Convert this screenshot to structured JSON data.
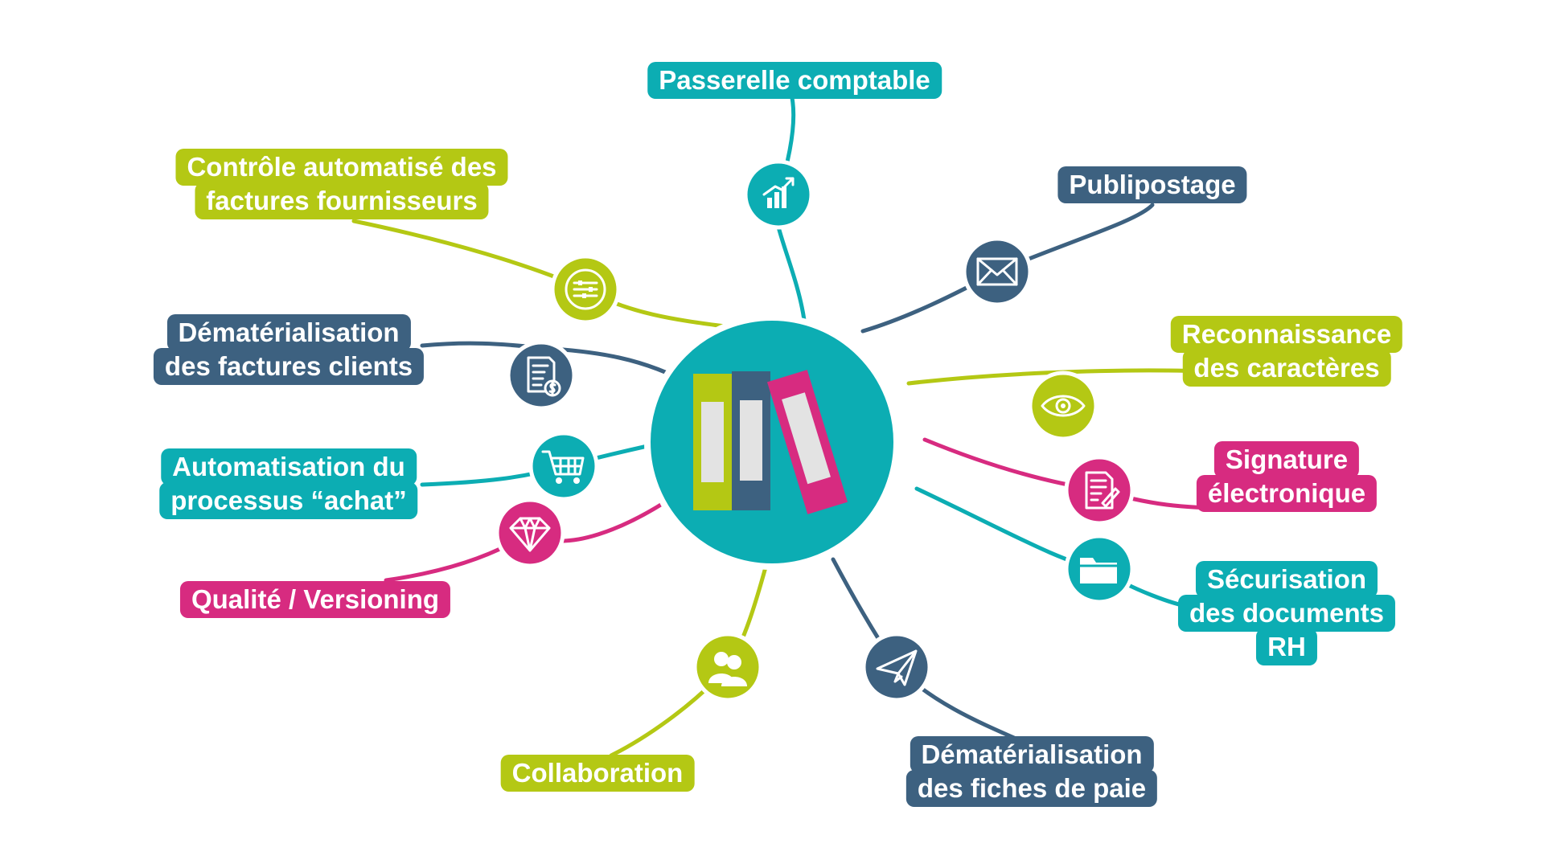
{
  "colors": {
    "teal": "#0cadb3",
    "lime": "#b4c814",
    "slate": "#3d6180",
    "magenta": "#d72b80",
    "book_label": "#e3e3e3"
  },
  "center": {
    "icon": "books-icon"
  },
  "branches": [
    {
      "id": "passerelle",
      "lines": [
        "Passerelle comptable"
      ],
      "color": "teal",
      "icon": "chart-growth-icon"
    },
    {
      "id": "publipostage",
      "lines": [
        "Publipostage"
      ],
      "color": "slate",
      "icon": "envelope-icon"
    },
    {
      "id": "reconnaissance",
      "lines": [
        "Reconnaissance",
        "des caractères"
      ],
      "color": "lime",
      "icon": "eye-icon"
    },
    {
      "id": "signature",
      "lines": [
        "Signature",
        "électronique"
      ],
      "color": "magenta",
      "icon": "signed-document-icon"
    },
    {
      "id": "securisation",
      "lines": [
        "Sécurisation",
        "des documents",
        "RH"
      ],
      "color": "teal",
      "icon": "folder-icon"
    },
    {
      "id": "fiches-paie",
      "lines": [
        "Dématérialisation",
        "des fiches de paie"
      ],
      "color": "slate",
      "icon": "paper-plane-icon"
    },
    {
      "id": "collaboration",
      "lines": [
        "Collaboration"
      ],
      "color": "lime",
      "icon": "users-icon"
    },
    {
      "id": "qualite",
      "lines": [
        "Qualité / Versioning"
      ],
      "color": "magenta",
      "icon": "diamond-icon"
    },
    {
      "id": "achat",
      "lines": [
        "Automatisation du",
        "processus “achat”"
      ],
      "color": "teal",
      "icon": "shopping-cart-icon"
    },
    {
      "id": "factures-clients",
      "lines": [
        "Dématérialisation",
        "des factures clients"
      ],
      "color": "slate",
      "icon": "invoice-icon"
    },
    {
      "id": "controle",
      "lines": [
        "Contrôle automatisé des",
        "factures fournisseurs"
      ],
      "color": "lime",
      "icon": "sliders-icon"
    }
  ]
}
